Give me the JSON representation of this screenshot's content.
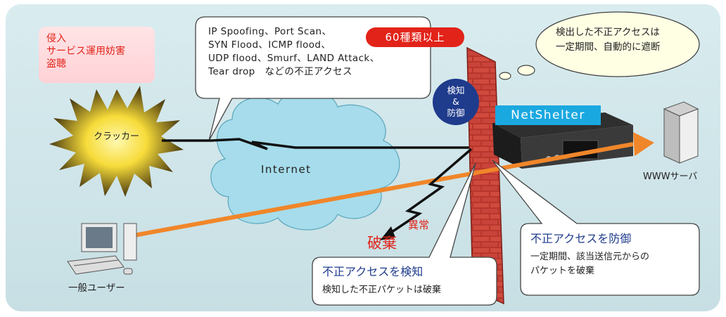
{
  "threat_box": {
    "lines": [
      "侵入",
      "サービス運用妨害",
      "盗聴"
    ]
  },
  "attack_bubble": {
    "lines": [
      "IP Spoofing、Port Scan、",
      "SYN Flood、ICMP flood、",
      "UDP flood、Smurf、LAND Attack、",
      "Tear drop　などの不正アクセス"
    ],
    "badge": "60種類以上"
  },
  "thought_bubble": {
    "lines": [
      "検出した不正アクセスは",
      "一定期間、自動的に遮断"
    ]
  },
  "detect_badge": {
    "lines": [
      "検知",
      "&",
      "防御"
    ]
  },
  "product_label": "NetShelter",
  "nodes": {
    "cracker": "クラッカー",
    "internet": "Internet",
    "user": "一般ユーザー",
    "server": "WWWサーバ"
  },
  "anomaly": {
    "label": "異常",
    "action": "破棄"
  },
  "detect_box": {
    "title": "不正アクセスを検知",
    "text": "検知した不正パケットは破棄"
  },
  "defend_box": {
    "title": "不正アクセスを防御",
    "lines": [
      "一定期間、該当送信元からの",
      "パケットを破棄"
    ]
  },
  "colors": {
    "alert_red": "#e2231a",
    "navy": "#1f3b8c",
    "product_blue": "#1aa8e0",
    "traffic_orange": "#f0862a",
    "cloud": "#a6dceb",
    "brick": "#c8443a"
  }
}
